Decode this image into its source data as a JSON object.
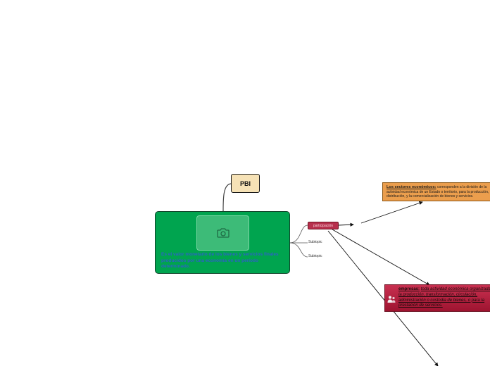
{
  "central": {
    "title": "PBI",
    "description": "Es el valor monetario de los bienes y servicios finales producidos por una economía en un período determinado."
  },
  "branches": {
    "participacion": "participación",
    "subtopic_1": "Subtopic",
    "subtopic_2": "Subtopic"
  },
  "sectores": {
    "title": "Los sectores económicos:",
    "text": "corresponden a la división de la actividad económica de un Estado o territorio, para la producción, la distribución, y la comercialización de bienes y servicios."
  },
  "empresas": {
    "title": "empresas:",
    "text": "toda actividad económica organizada para la producción, transformación, circulación, administración o custodia de bienes, o para la prestación de servicios."
  },
  "icons": [
    "camera-icon",
    "people-icon"
  ],
  "colors": {
    "central": "#00a44f",
    "pbi": "#f6e2b6",
    "participacion": "#b7304d",
    "sectores": "#eb9e4d",
    "empresas": "#b2203f"
  }
}
